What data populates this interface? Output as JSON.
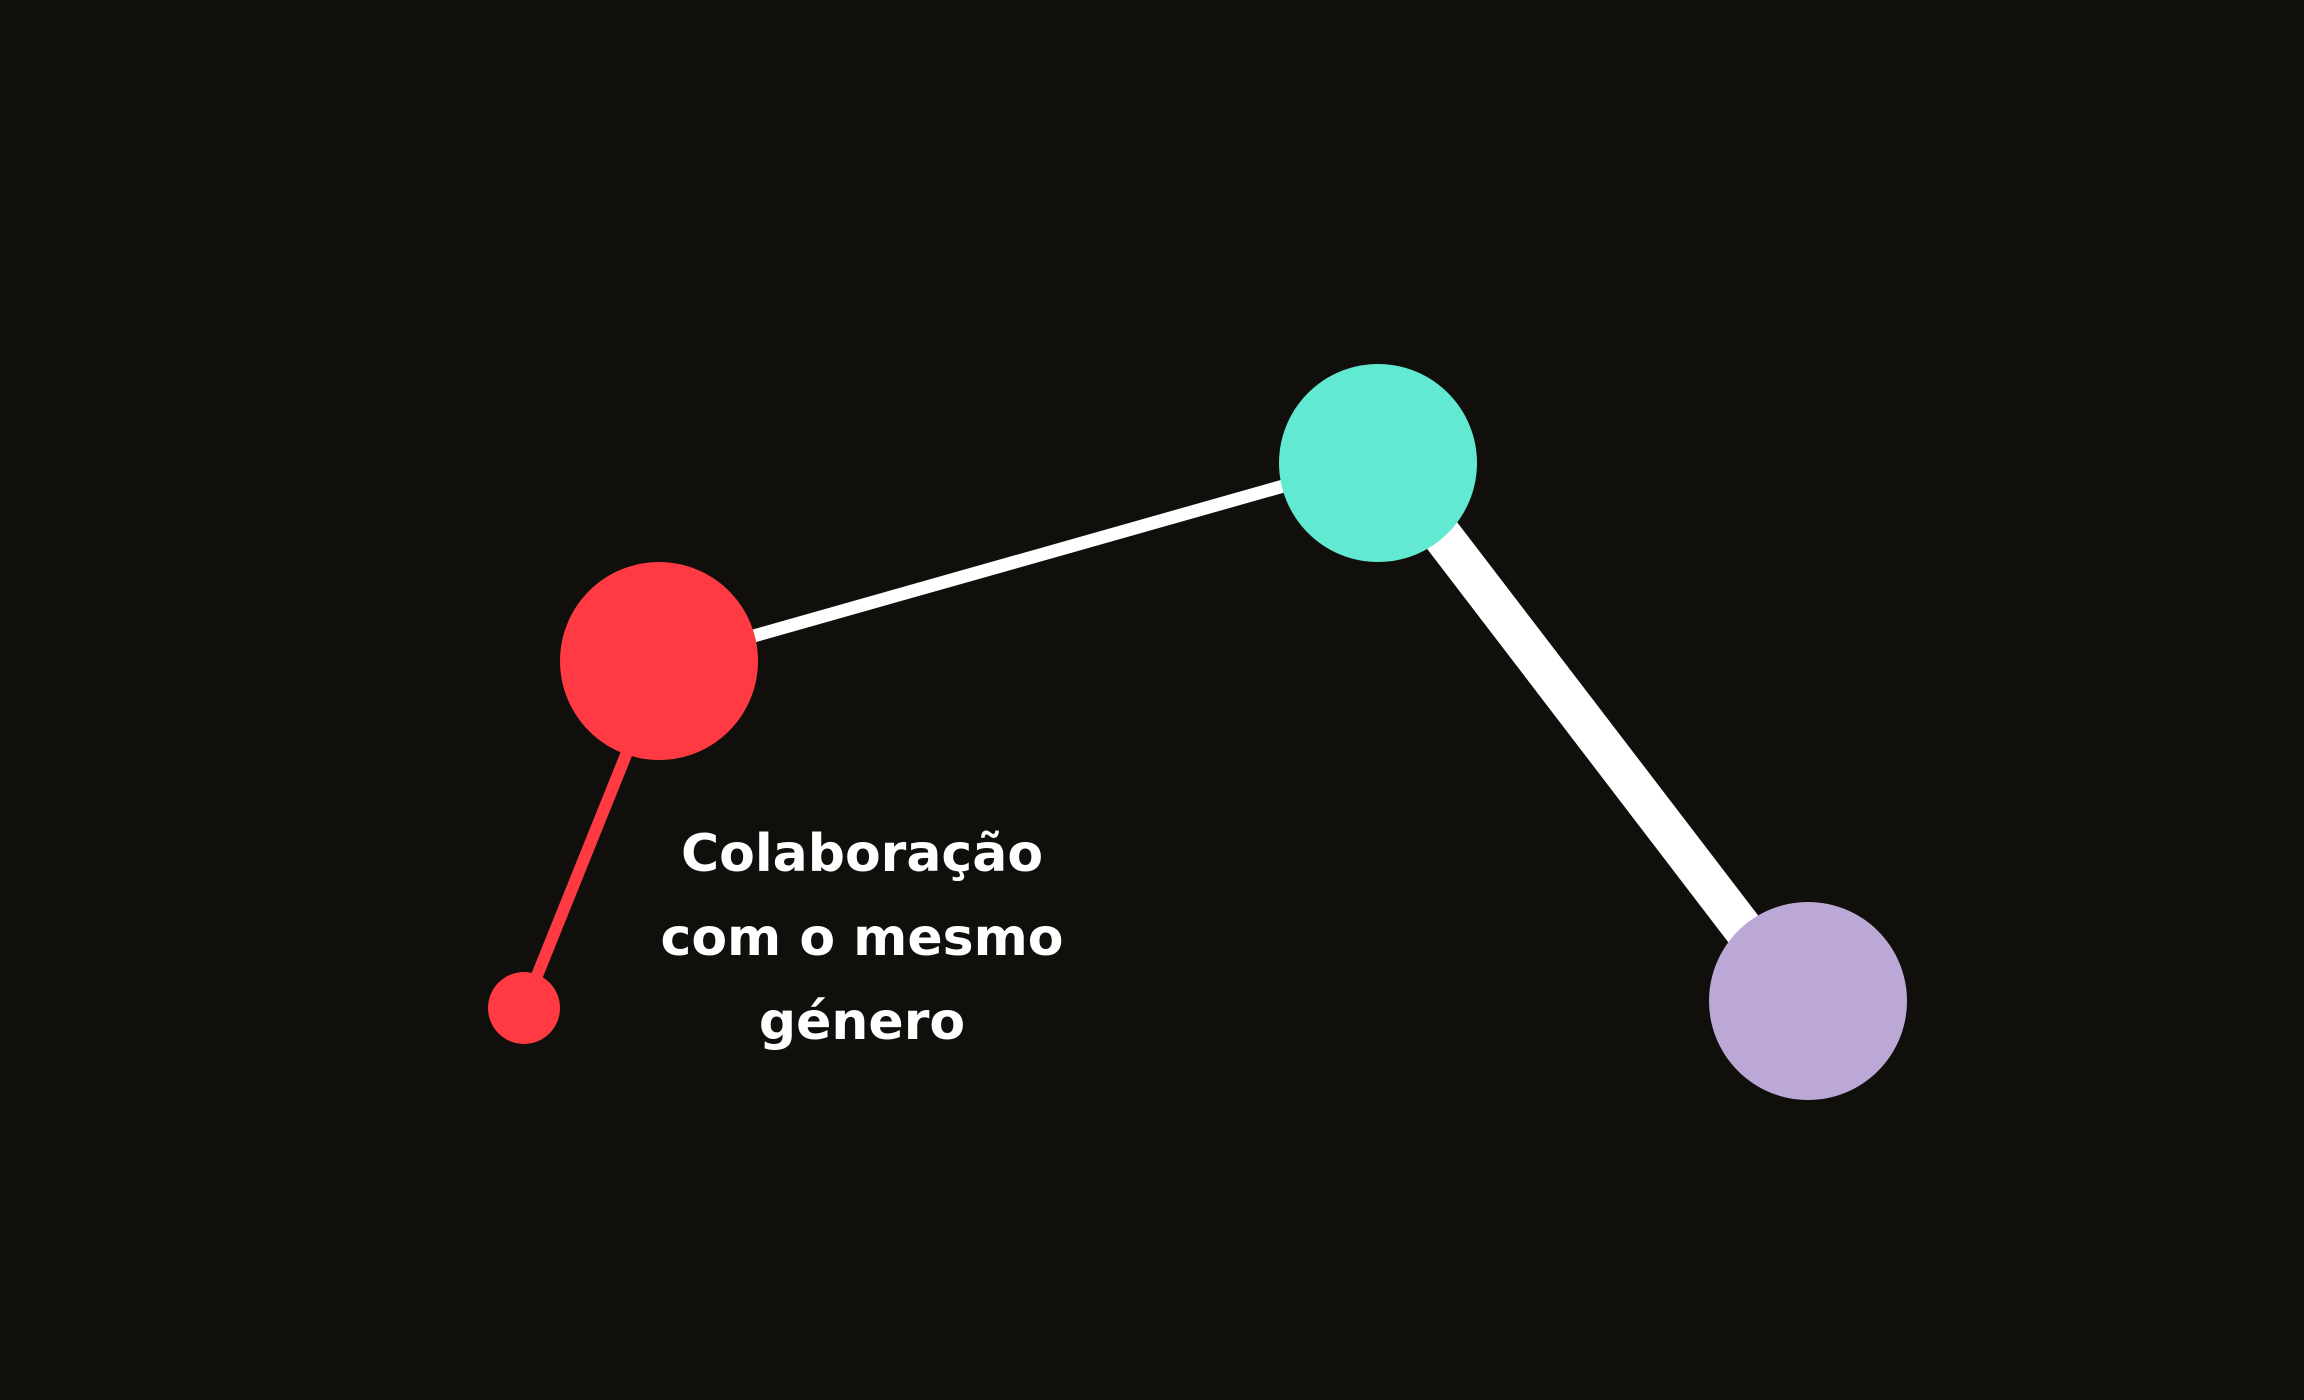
{
  "colors": {
    "background": "#100f0c",
    "red": "#ff3a43",
    "teal": "#62e9d1",
    "lavender": "#bca8d6",
    "white": "#ffffff"
  },
  "nodes": [
    {
      "name": "node-red-small",
      "color": "#ff3a43"
    },
    {
      "name": "node-red-large",
      "color": "#ff3a43"
    },
    {
      "name": "node-teal",
      "color": "#62e9d1"
    },
    {
      "name": "node-lavender",
      "color": "#bca8d6"
    }
  ],
  "edges": [
    {
      "from": "node-red-small",
      "to": "node-red-large",
      "color": "#ff3a43"
    },
    {
      "from": "node-red-large",
      "to": "node-teal",
      "color": "#ffffff"
    },
    {
      "from": "node-teal",
      "to": "node-lavender",
      "color": "#ffffff"
    }
  ],
  "caption": {
    "line1": "Colaboração",
    "line2": "com o mesmo",
    "line3": "género"
  }
}
